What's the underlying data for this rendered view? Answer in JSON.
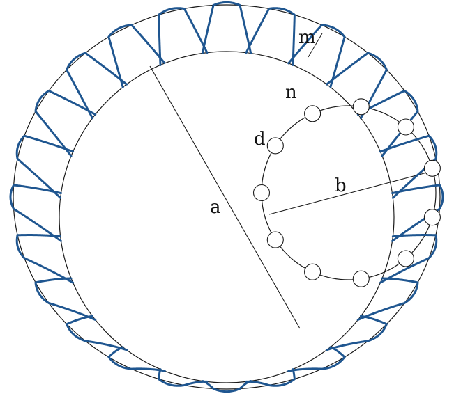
{
  "diagram": {
    "labels": {
      "m": "m",
      "n": "n",
      "d": "d",
      "b": "b",
      "a": "a"
    },
    "colors": {
      "outline": "#1a1a1a",
      "lobe": "#1f5690",
      "background": "#ffffff"
    },
    "lobe_count": 24,
    "small_circle_count": 11
  }
}
